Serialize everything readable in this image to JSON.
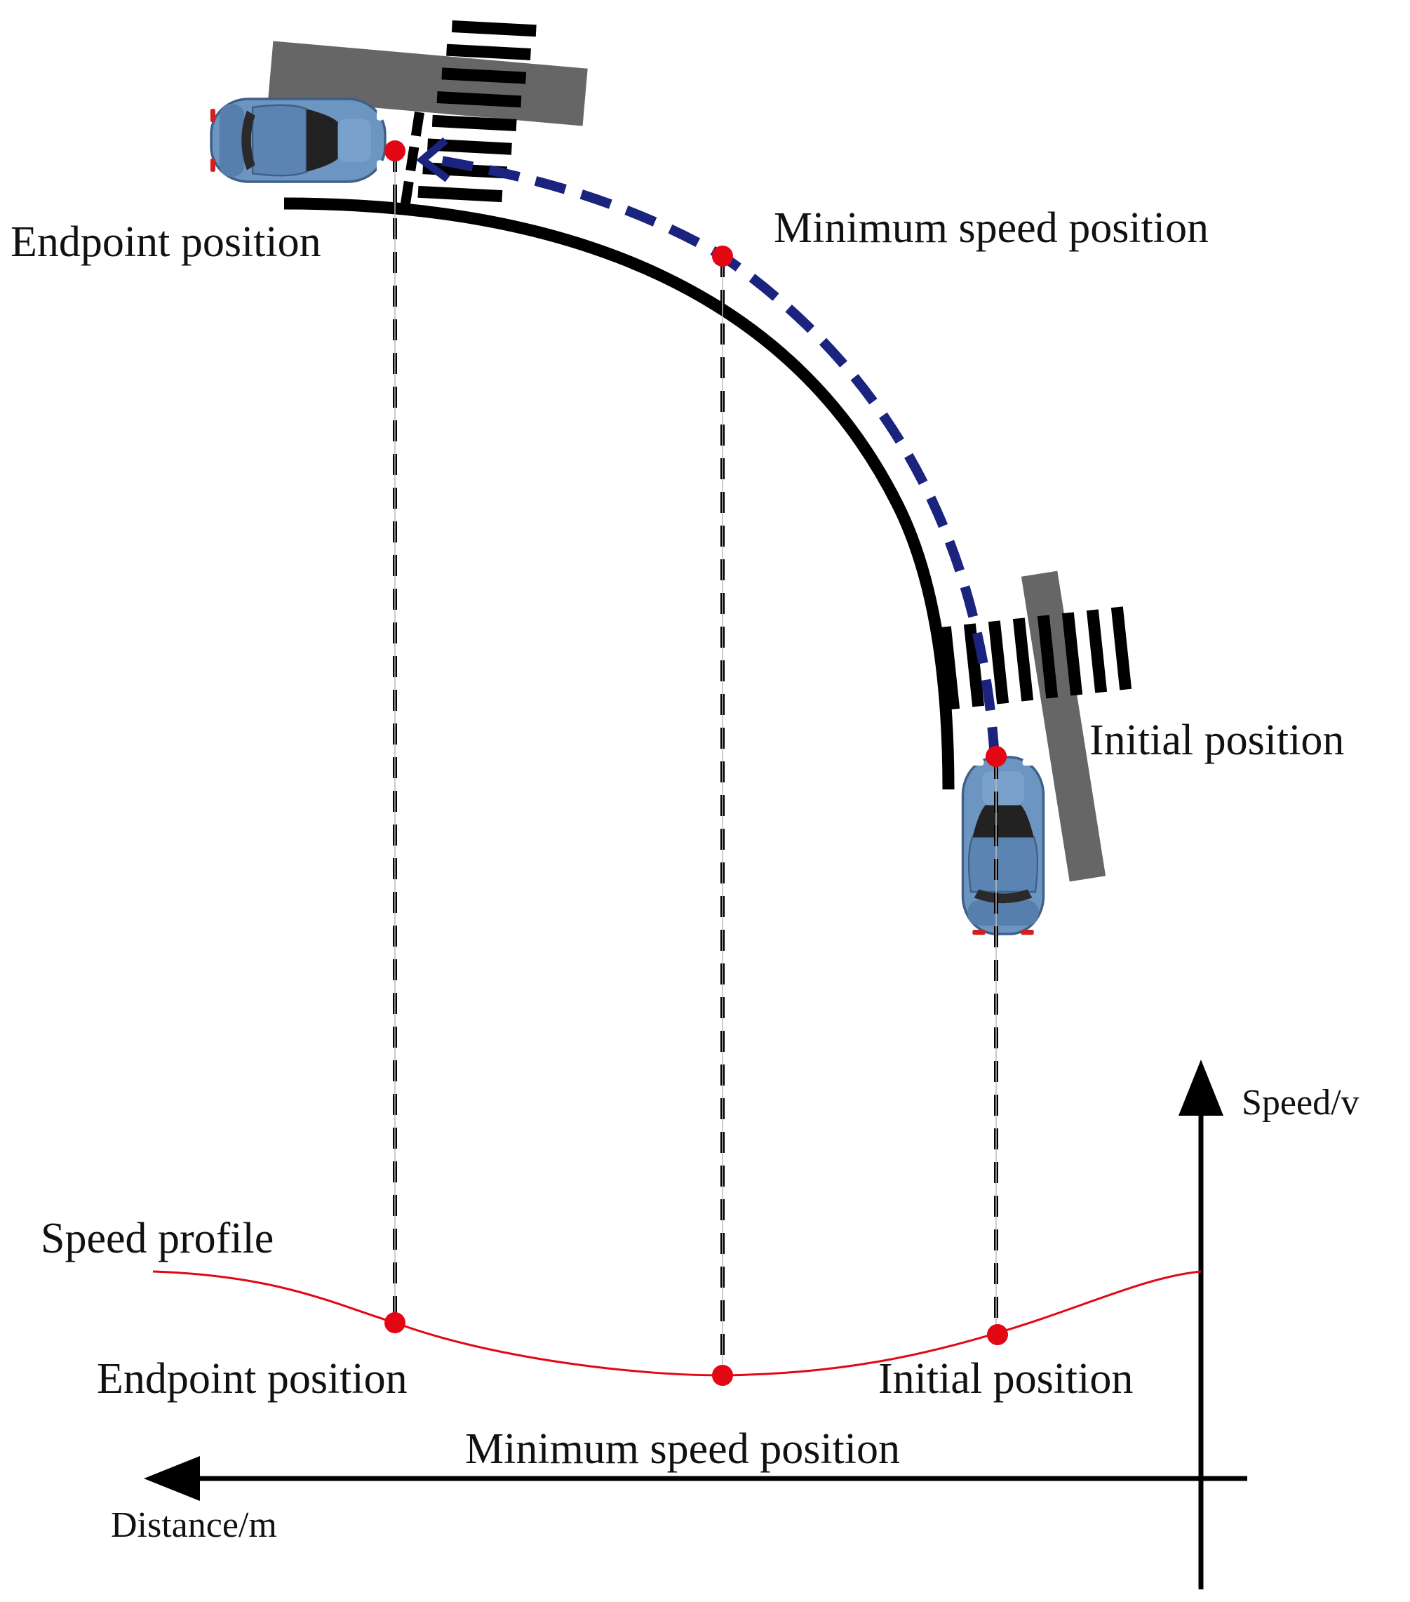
{
  "labels": {
    "endpoint_top": "Endpoint position",
    "minimum_top": "Minimum speed position",
    "initial_top": "Initial position",
    "speed_profile": "Speed profile",
    "endpoint_bottom": "Endpoint position",
    "minimum_bottom": "Minimum speed position",
    "initial_bottom": "Initial position",
    "y_axis": "Speed/v",
    "x_axis": "Distance/m"
  },
  "colors": {
    "road": "#000000",
    "path": "#1a237e",
    "marker": "#e30613",
    "speed_profile": "#e30613",
    "car_body": "#6d95c2",
    "sidewalk": "#666666",
    "crosswalk": "#000000"
  },
  "icons": [
    "car-icon",
    "crosswalk-icon"
  ]
}
